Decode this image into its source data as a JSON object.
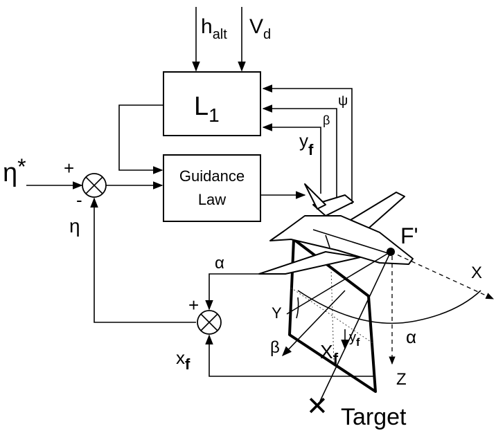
{
  "inputs": {
    "h_alt": "h",
    "h_alt_sub": "alt",
    "V_d": "V",
    "V_d_sub": "d"
  },
  "blocks": {
    "L1_main": "L",
    "L1_sub": "1",
    "guidance_line1": "Guidance",
    "guidance_line2": "Law"
  },
  "feedback": {
    "psi": "ψ",
    "beta": "β",
    "yf_main": "y",
    "yf_sub": "f"
  },
  "summing1": {
    "ref_main": "η",
    "ref_sup": "*",
    "plus": "+",
    "minus": "-",
    "eta": "η"
  },
  "summing2": {
    "alpha": "α",
    "plus": "+",
    "xf_main": "x",
    "xf_sub": "f"
  },
  "camera": {
    "focal_point": "F'",
    "axis_X": "X",
    "axis_Y": "Y",
    "axis_Z": "Z",
    "beta": "β",
    "alpha": "α",
    "Xf_main": "X",
    "Xf_sub": "f",
    "yf_main": "y",
    "yf_sub": "f"
  },
  "target": {
    "marker": "✕",
    "label": "Target"
  }
}
